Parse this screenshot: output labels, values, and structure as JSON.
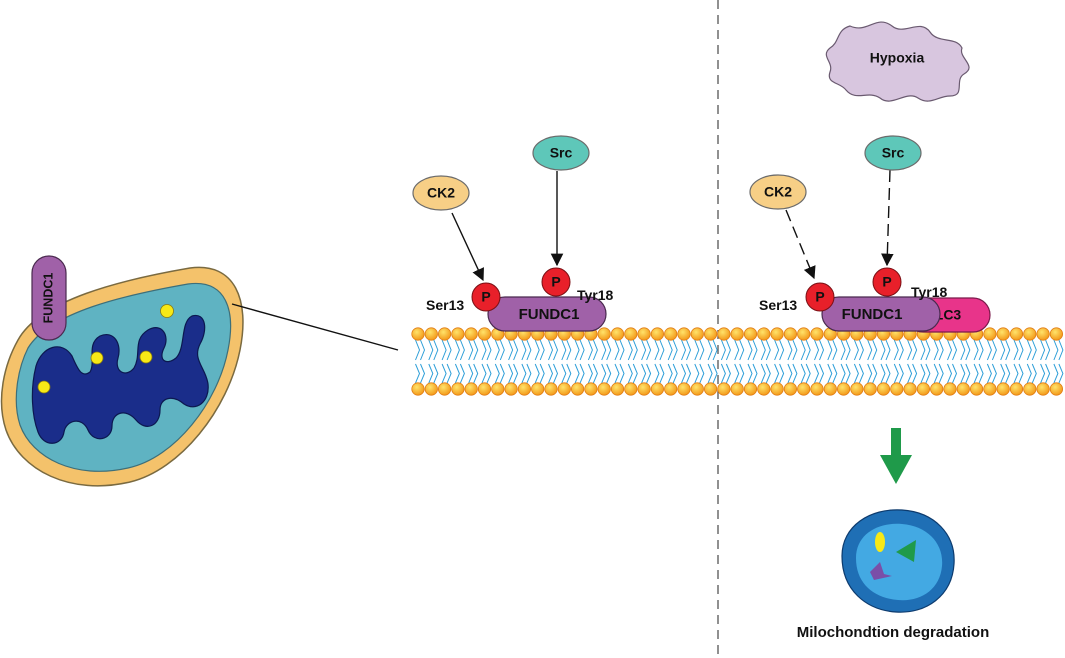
{
  "colors": {
    "membrane_head": "#f6a21c",
    "membrane_head_stroke": "#e07b12",
    "membrane_tail": "#2f9fd8",
    "fundc1": "#a061a8",
    "phospho": "#e8202a",
    "ck2": "#f7cf86",
    "src": "#5ec7b9",
    "lc3": "#e8348a",
    "hypoxia": "#d8c6df",
    "mito_outer": "#f4c26b",
    "mito_inner": "#5fb3c2",
    "mito_matrix": "#1a2d8a",
    "granule": "#f7e916",
    "arrow_green": "#1f9a4a",
    "lyso_outer": "#1f6fb5",
    "lyso_inner": "#43a9e3"
  },
  "mitochondrion": {
    "receptor_label": "FUNDC1"
  },
  "panel_left": {
    "ck2": "CK2",
    "src": "Src",
    "phospho_1": "P",
    "phospho_2": "P",
    "site_1": "Ser13",
    "site_2": "Tyr18",
    "fundc1": "FUNDC1"
  },
  "panel_right": {
    "hypoxia": "Hypoxia",
    "ck2": "CK2",
    "src": "Src",
    "phospho_1": "P",
    "phospho_2": "P",
    "site_1": "Ser13",
    "site_2": "Tyr18",
    "fundc1": "FUNDC1",
    "lc3": "LC3",
    "outcome": "Milochondtion degradation"
  }
}
